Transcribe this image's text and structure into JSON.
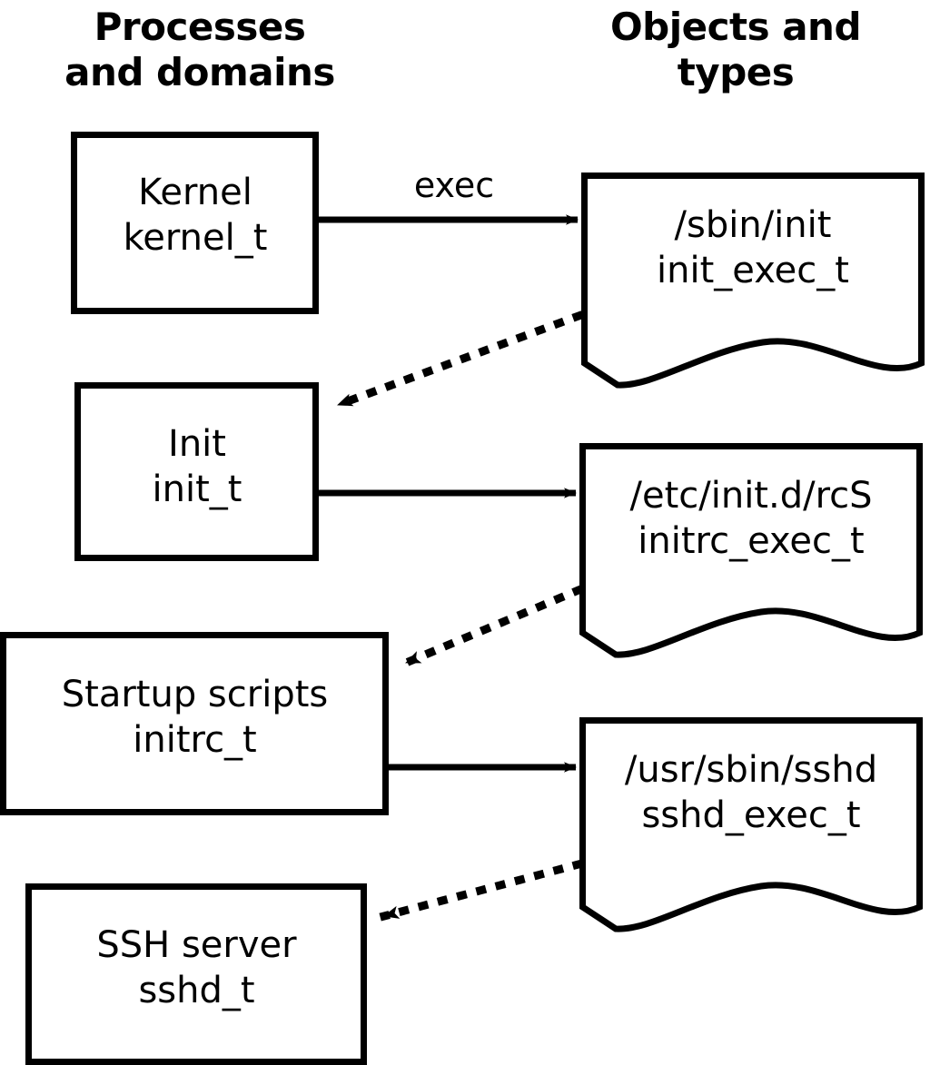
{
  "headers": {
    "left": "Processes\nand domains",
    "right": "Objects and\ntypes"
  },
  "colors": {
    "stroke": "#000000",
    "fill": "#ffffff",
    "background": "#ffffff"
  },
  "processes": [
    {
      "id": "kernel",
      "title": "Kernel",
      "type": "kernel_t",
      "text": "Kernel\nkernel_t"
    },
    {
      "id": "init",
      "title": "Init",
      "type": "init_t",
      "text": "Init\ninit_t"
    },
    {
      "id": "initrc",
      "title": "Startup scripts",
      "type": "initrc_t",
      "text": "Startup scripts\ninitrc_t"
    },
    {
      "id": "sshd",
      "title": "SSH server",
      "type": "sshd_t",
      "text": "SSH server\nsshd_t"
    }
  ],
  "objects": [
    {
      "id": "init-exec",
      "path": "/sbin/init",
      "type": "init_exec_t",
      "text": "/sbin/init\ninit_exec_t"
    },
    {
      "id": "initrc-exec",
      "path": "/etc/init.d/rcS",
      "type": "initrc_exec_t",
      "text": "/etc/init.d/rcS\ninitrc_exec_t"
    },
    {
      "id": "sshd-exec",
      "path": "/usr/sbin/sshd",
      "type": "sshd_exec_t",
      "text": "/usr/sbin/sshd\nsshd_exec_t"
    }
  ],
  "edges": [
    {
      "id": "kernel-exec-init",
      "from": "kernel",
      "to": "init-exec",
      "label": "exec",
      "style": "solid"
    },
    {
      "id": "initexec-transition-init",
      "from": "init-exec",
      "to": "init",
      "label": "",
      "style": "dotted"
    },
    {
      "id": "init-exec-initrc",
      "from": "init",
      "to": "initrc-exec",
      "label": "",
      "style": "solid"
    },
    {
      "id": "initrcexec-transition-initrc",
      "from": "initrc-exec",
      "to": "initrc",
      "label": "",
      "style": "dotted"
    },
    {
      "id": "initrc-exec-sshd",
      "from": "initrc",
      "to": "sshd-exec",
      "label": "",
      "style": "solid"
    },
    {
      "id": "sshdexec-transition-sshd",
      "from": "sshd-exec",
      "to": "sshd",
      "label": "",
      "style": "dotted"
    }
  ]
}
